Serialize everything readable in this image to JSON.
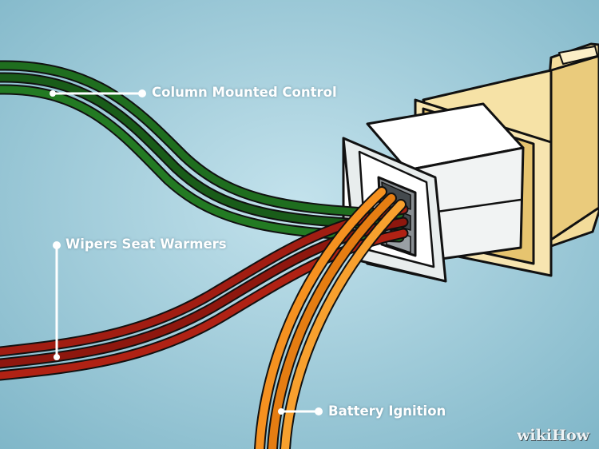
{
  "callouts": {
    "column": "Column Mounted Control",
    "wipers": "Wipers Seat Warmers",
    "battery": "Battery Ignition"
  },
  "watermark": "wikiHow",
  "colors": {
    "background": "#a9d2df",
    "green_wire": "#1f6b1f",
    "red_wire": "#9b1b10",
    "orange_wire": "#f18a1c",
    "connector_white": "#f2f4f4",
    "connector_tan": "#f6e2a6",
    "outline": "#111111"
  },
  "icons": [
    "plug-connector-icon",
    "wire-bundle-icon"
  ]
}
